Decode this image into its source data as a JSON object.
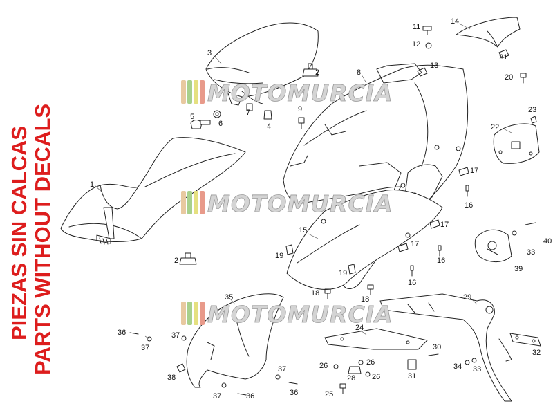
{
  "warning": {
    "line1": "PIEZAS SIN CALCAS",
    "line2": "PARTS WITHOUT DECALS",
    "color": "#dd1d1d"
  },
  "watermark": {
    "text": "MOTOMURCIA",
    "stripe_colors": [
      "#e8c9a0",
      "#a8d08c",
      "#e5e080",
      "#e89a8a"
    ]
  },
  "callouts": {
    "c1": "1",
    "c2": "2",
    "c3": "3",
    "c4": "4",
    "c5": "5",
    "c6": "6",
    "c7": "7",
    "c8": "8",
    "c9": "9",
    "c11": "11",
    "c12": "12",
    "c13": "13",
    "c14": "14",
    "c15": "15",
    "c16a": "16",
    "c16b": "16",
    "c16c": "16",
    "c17a": "17",
    "c17b": "17",
    "c17c": "17",
    "c18a": "18",
    "c18b": "18",
    "c19a": "19",
    "c19b": "19",
    "c20": "20",
    "c21": "21",
    "c22": "22",
    "c23": "23",
    "c24": "24",
    "c25": "25",
    "c26a": "26",
    "c26b": "26",
    "c26c": "26",
    "c28": "28",
    "c29": "29",
    "c30": "30",
    "c31": "31",
    "c32": "32",
    "c33a": "33",
    "c33b": "33",
    "c34": "34",
    "c35": "35",
    "c36a": "36",
    "c36b": "36",
    "c36c": "36",
    "c37a": "37",
    "c37b": "37",
    "c37c": "37",
    "c37d": "37",
    "c38": "38",
    "c39": "39",
    "c40": "40"
  }
}
